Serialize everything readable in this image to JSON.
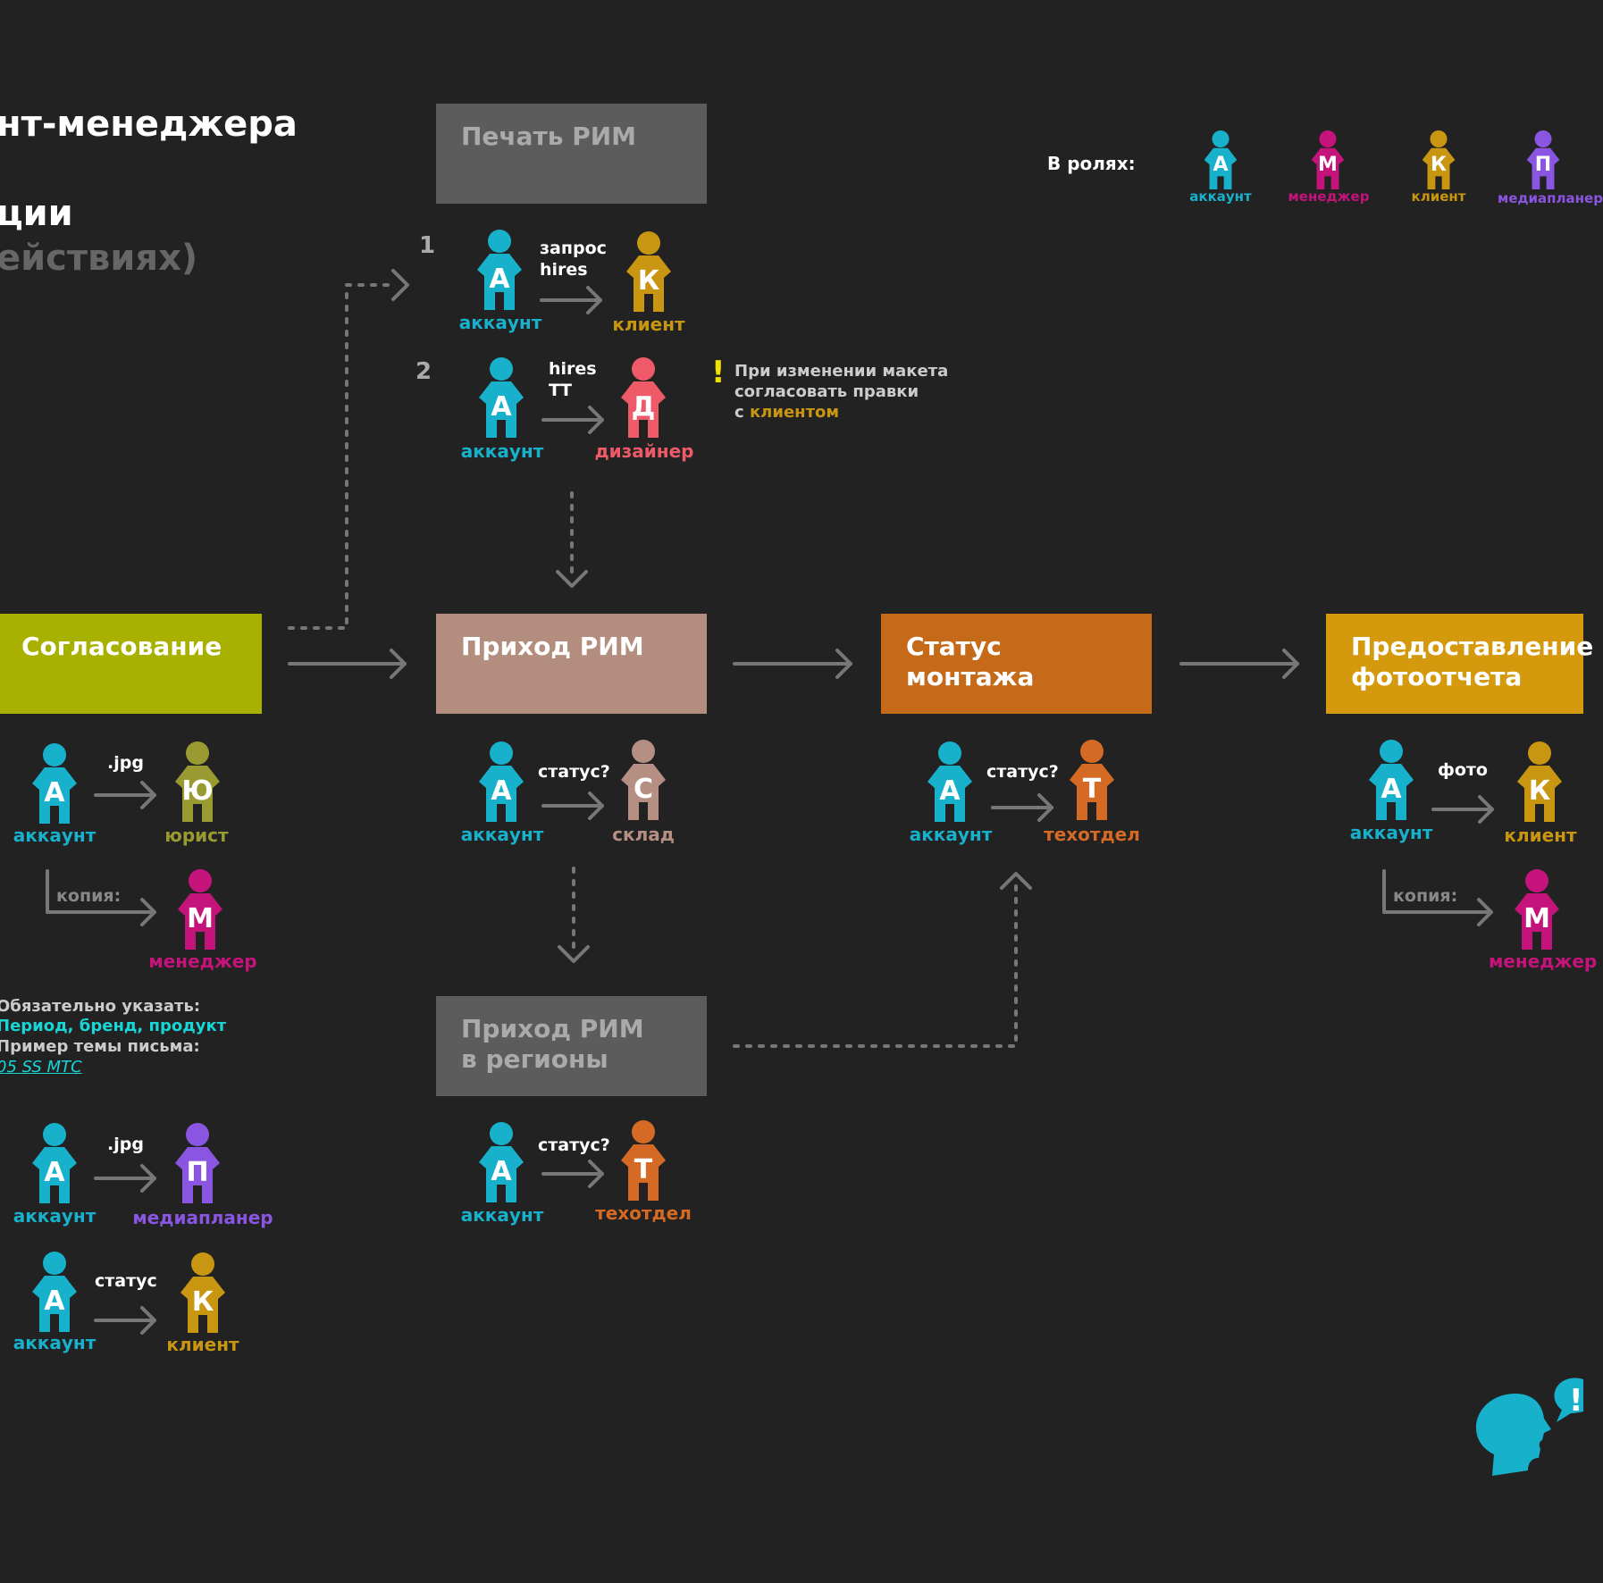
{
  "title": {
    "line1": "нт-менеджера",
    "line2": "ции",
    "line3": "ействиях)"
  },
  "legend": {
    "label": "В ролях:",
    "roles": [
      {
        "letter": "А",
        "name": "аккаунт",
        "color": "#17b1cc"
      },
      {
        "letter": "М",
        "name": "менеджер",
        "color": "#c4137a"
      },
      {
        "letter": "К",
        "name": "клиент",
        "color": "#c99612"
      },
      {
        "letter": "П",
        "name": "медиапланер",
        "color": "#8a55e0"
      }
    ]
  },
  "colors": {
    "account": "#17b1cc",
    "client": "#c99612",
    "designer": "#ef5a68",
    "lawyer": "#9a9a32",
    "manager": "#c4137a",
    "planner": "#8a55e0",
    "warehouse": "#b48f82",
    "tech": "#d56a24",
    "approval_box": "#a8b000",
    "print_box": "#5c5c5c",
    "arrival_box": "#b38d7d",
    "status_box": "#c46a19",
    "photo_box": "#d4990d",
    "regions_box": "#5c5c5c",
    "highlight": "#19d6d6",
    "warning": "#f2e200"
  },
  "boxes": {
    "print": "Печать РИМ",
    "approval": "Согласование",
    "arrival": "Приход РИМ",
    "install": "Статус монтажа",
    "photo_line1": "Предоставление",
    "photo_line2": "фотоотчета",
    "regions_line1": "Приход РИМ",
    "regions_line2": "в регионы"
  },
  "print_steps": {
    "n1": "1",
    "n2": "2",
    "s1_action_line1": "запрос",
    "s1_action_line2": "hires",
    "s2_action_line1": "hires",
    "s2_action_line2": "ТТ"
  },
  "roles": {
    "account_letter": "А",
    "account_name": "аккаунт",
    "client_letter": "К",
    "client_name": "клиент",
    "designer_letter": "Д",
    "designer_name": "дизайнер",
    "lawyer_letter": "Ю",
    "lawyer_name": "юрист",
    "manager_letter": "М",
    "manager_name": "менеджер",
    "planner_letter": "П",
    "planner_name": "медиапланер",
    "warehouse_letter": "С",
    "warehouse_name": "склад",
    "tech_letter": "Т",
    "tech_name": "техотдел"
  },
  "actions": {
    "jpg": ".jpg",
    "status_q": "статус?",
    "photo": "фото",
    "status": "статус",
    "copy": "копия:"
  },
  "warning_note": {
    "mark": "!",
    "line1": "При изменении макета",
    "line2": "согласовать правки",
    "line3_prefix": "с ",
    "line3_highlight": "клиентом"
  },
  "approval_note": {
    "line1": "Обязательно указать:",
    "line2": "Период, бренд, продукт",
    "line3": "Пример темы письма:",
    "line4": "05 SS МТС"
  },
  "bubble_mark": "!"
}
